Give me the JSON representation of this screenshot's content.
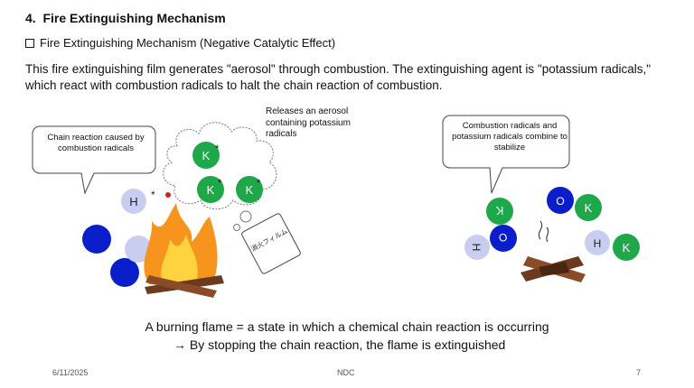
{
  "slide": {
    "title": "4.  Fire Extinguishing Mechanism",
    "subtitle": "Fire Extinguishing Mechanism (Negative Catalytic Effect)",
    "body": "This fire extinguishing film generates \"aerosol\" through combustion. The extinguishing agent is \"potassium radicals,\" which react with combustion radicals to halt the chain reaction of combustion.",
    "bubble_left": "Chain reaction caused by combustion radicals",
    "aerosol_label": "Releases an aerosol containing potassium radicals",
    "bubble_right": "Combustion radicals and potassium radicals combine to stabilize",
    "film_label": "消火フィルム",
    "caption_line1": "A burning flame = a state in which a chemical chain reaction is occurring",
    "caption_line2": "→ By stopping the chain reaction, the flame is extinguished",
    "footer_date": "6/11/2025",
    "footer_org": "NDC",
    "footer_page": "7"
  },
  "molecules": {
    "h": "H",
    "k": "K",
    "o": "O",
    "radical_mark": "*"
  },
  "colors": {
    "potassium": "#1ea84a",
    "oxygen": "#0a1fc9",
    "hydrogen": "#c9cdf0",
    "flame_outer": "#f7941d",
    "flame_inner": "#ffd23f",
    "wood": "#6b3a1f"
  }
}
